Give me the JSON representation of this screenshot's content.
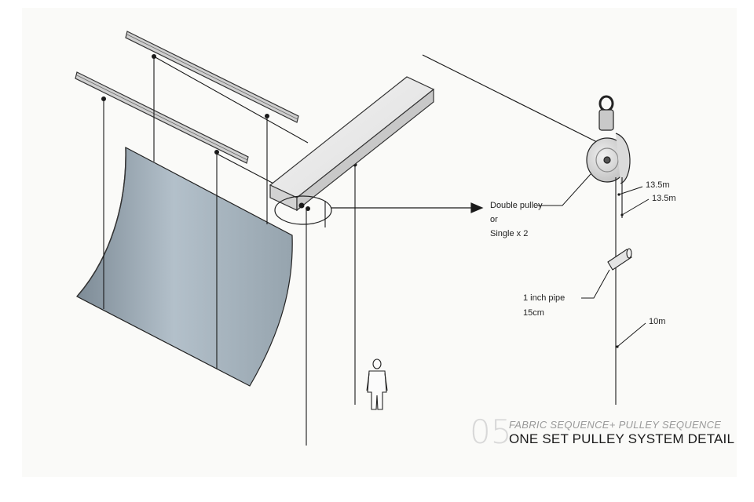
{
  "annotations": {
    "pulley_callout_line1": "Double pulley",
    "pulley_callout_line2": "or",
    "pulley_callout_line3": "Single x 2",
    "length_a": "13.5m",
    "length_b": "13.5m",
    "pipe_line1": "1 inch pipe",
    "pipe_line2": "15cm",
    "length_c": "10m"
  },
  "title_block": {
    "sheet_number": "05",
    "subtitle": "FABRIC SEQUENCE+ PULLEY SEQUENCE",
    "title": "ONE SET PULLEY SYSTEM DETAIL"
  },
  "colors": {
    "fabric": "#a9b6c0",
    "beam": "#e4e4e4",
    "line": "#1a1a1a"
  }
}
